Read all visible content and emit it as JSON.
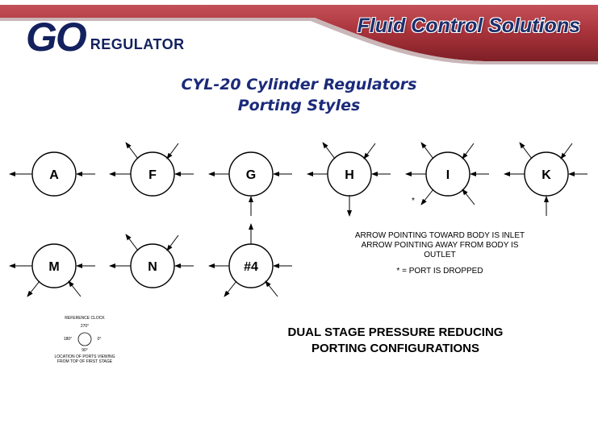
{
  "header": {
    "logo_go": "GO",
    "logo_regulator": "REGULATOR",
    "tagline": "Fluid Control Solutions",
    "banner_color": "#a8323a"
  },
  "title": {
    "line1": "CYL-20  Cylinder Regulators",
    "line2": "Porting Styles",
    "color": "#1b2a7a"
  },
  "ports": [
    {
      "label": "A"
    },
    {
      "label": "F"
    },
    {
      "label": "G"
    },
    {
      "label": "H"
    },
    {
      "label": "I"
    },
    {
      "label": "K"
    },
    {
      "label": "M"
    },
    {
      "label": "N"
    },
    {
      "label": "#4"
    }
  ],
  "legend": {
    "line1": "ARROW POINTING TOWARD BODY IS INLET",
    "line2": "ARROW POINTING AWAY FROM BODY IS",
    "line3": "OUTLET",
    "note": "* = PORT IS DROPPED",
    "dropped_mark": "*"
  },
  "reference_clock": {
    "title": "REFERENCE CLOCK",
    "top": "270°",
    "left": "180°",
    "right": "0°",
    "bottom": "90°",
    "caption1": "LOCATION OF PORTS VIEWING",
    "caption2": "FROM TOP OF FIRST STAGE"
  },
  "config_title": {
    "line1": "DUAL STAGE PRESSURE REDUCING",
    "line2": "PORTING CONFIGURATIONS"
  }
}
